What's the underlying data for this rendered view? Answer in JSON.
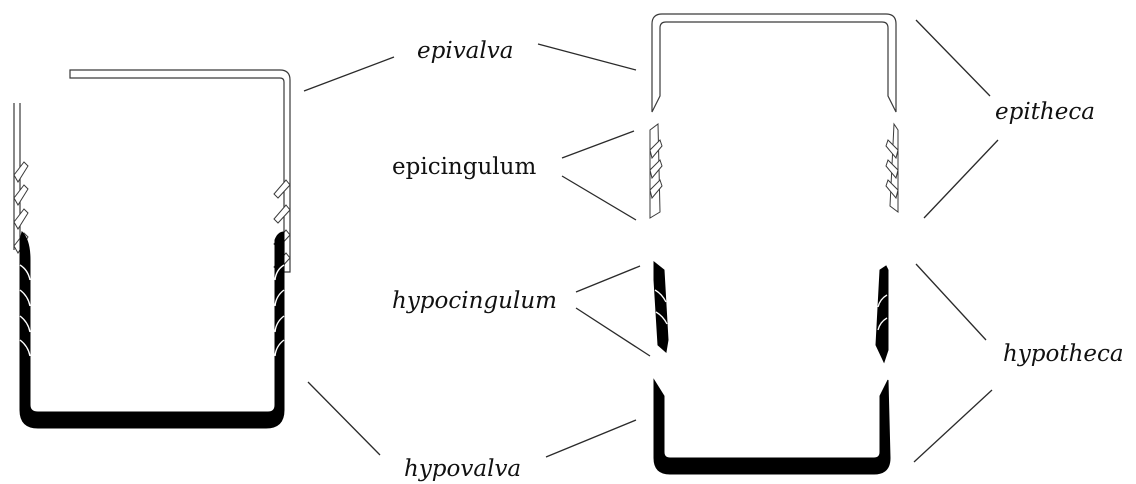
{
  "labels": {
    "epivalva": "epivalva",
    "epicingulum": "epicingulum",
    "hypocingulum": "hypocingulum",
    "hypovalva": "hypovalva",
    "epitheca": "epitheca",
    "hypotheca": "hypotheca"
  },
  "colors": {
    "stroke": "#3a3a3a",
    "hypotheca_fill": "#000000",
    "epitheca_fill": "#ffffff"
  }
}
